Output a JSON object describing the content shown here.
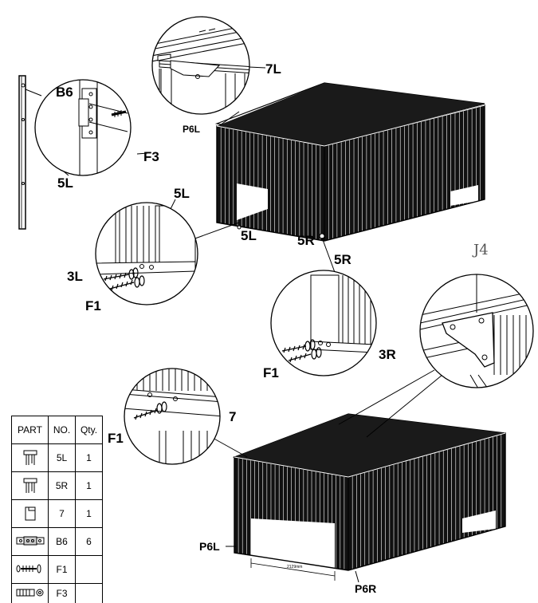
{
  "labels": {
    "top_7L": "7L",
    "top_P6L": "P6L",
    "post_B6": "B6",
    "post_F3": "F3",
    "post_5L": "5L",
    "shed_5L": "5L",
    "shed_5R": "5R",
    "left_5L": "5L",
    "left_3L": "3L",
    "left_F1": "F1",
    "right_5R": "5R",
    "right_3R": "3R",
    "right_F1": "F1",
    "j4": "J4",
    "mid_F1": "F1",
    "mid_7": "7",
    "bottom_P6L": "P6L",
    "bottom_P6R": "P6R",
    "dimension": "2129mm"
  },
  "parts_table": {
    "headers": [
      "PART",
      "NO.",
      "Qty."
    ],
    "rows": [
      {
        "icon": "wall-panel-left-icon",
        "no": "5L",
        "qty": "1"
      },
      {
        "icon": "wall-panel-right-icon",
        "no": "5R",
        "qty": "1"
      },
      {
        "icon": "bracket-7-icon",
        "no": "7",
        "qty": "1"
      },
      {
        "icon": "plate-b6-icon",
        "no": "B6",
        "qty": "6"
      },
      {
        "icon": "screw-washer-icon",
        "no": "F1",
        "qty": ""
      },
      {
        "icon": "screw-nut-icon",
        "no": "F3",
        "qty": ""
      }
    ]
  }
}
